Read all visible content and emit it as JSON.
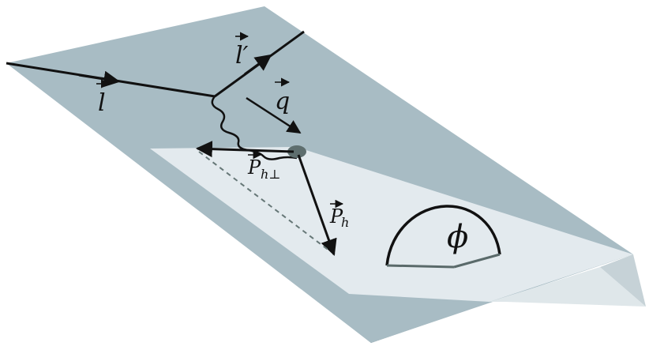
{
  "labels": {
    "incoming_lepton": "l",
    "outgoing_lepton": "l′",
    "photon": "q",
    "hadron_perp_main": "P",
    "hadron_perp_sub": "h⊥",
    "hadron_main": "P",
    "hadron_sub": "h",
    "angle": "ϕ"
  },
  "colors": {
    "lepton_plane": "#a8bcc4",
    "hadron_plane": "#e3eaee",
    "hadron_plane_shadow": "#5b7075",
    "hadron_plane_far": "#c6d2d7",
    "vertex_blob": "#5e6e6e",
    "lines": "#111111",
    "dashed": "#667777"
  }
}
